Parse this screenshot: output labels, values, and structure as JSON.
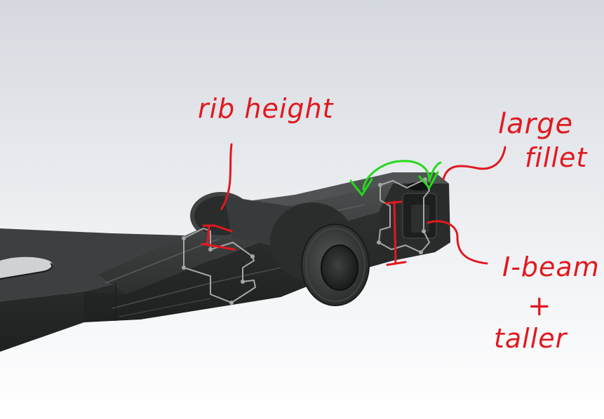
{
  "annotations": {
    "rib_height": "rib height",
    "large_fillet_line1": "large",
    "large_fillet_line2": "fillet",
    "ibeam_line1": "I-beam",
    "ibeam_line2": "+",
    "ibeam_line3": "taller"
  },
  "colors": {
    "annotation_red": "#e0191f",
    "annotation_green": "#27d81e",
    "part_dark": "#2b2d2d",
    "part_mid": "#3a3c3c",
    "part_light": "#5b5e5e",
    "sketch_grey": "#a7a7a7",
    "background_top": "#d7dbe1",
    "background_bottom": "#ffffff"
  },
  "icons": {
    "viewport": "cad-3d-viewport",
    "part": "control-arm-part",
    "sketch_left": "i-beam-sketch-profile",
    "sketch_right": "i-beam-sketch-profile",
    "green_arrows": "fillet-indicator-arrows",
    "red_markers": "height-dimension-marks"
  }
}
